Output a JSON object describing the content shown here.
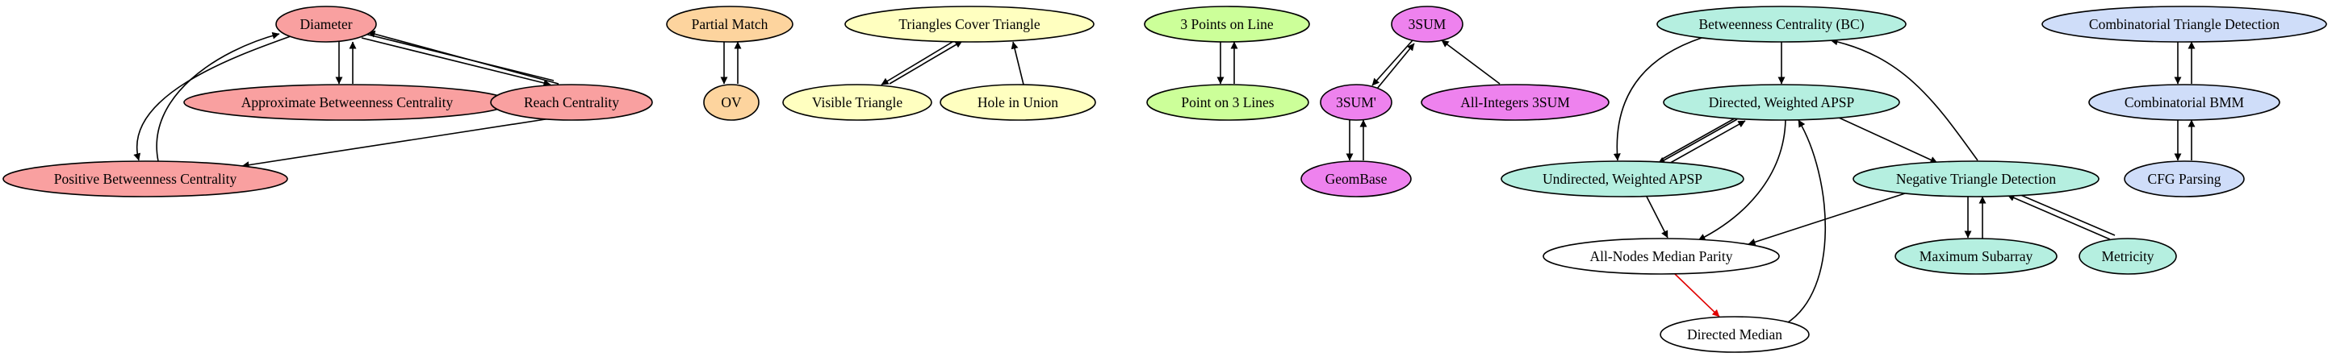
{
  "colors": {
    "red": "#f9a0a0",
    "orange": "#fdd49e",
    "yellow": "#ffffc0",
    "green": "#ccff99",
    "magenta": "#ee82ee",
    "teal": "#b5efe0",
    "blue": "#cfddf9",
    "white": "#ffffff",
    "edge": "#000000",
    "edge_highlight": "#e00000"
  },
  "nodes": [
    {
      "id": "diameter",
      "label": "Diameter",
      "color": "red"
    },
    {
      "id": "approx_bc",
      "label": "Approximate Betweenness Centrality",
      "color": "red"
    },
    {
      "id": "reach",
      "label": "Reach Centrality",
      "color": "red"
    },
    {
      "id": "pos_bc",
      "label": "Positive Betweenness Centrality",
      "color": "red"
    },
    {
      "id": "partial_match",
      "label": "Partial Match",
      "color": "orange"
    },
    {
      "id": "ov",
      "label": "OV",
      "color": "orange"
    },
    {
      "id": "tri_cover",
      "label": "Triangles Cover Triangle",
      "color": "yellow"
    },
    {
      "id": "visible_tri",
      "label": "Visible Triangle",
      "color": "yellow"
    },
    {
      "id": "hole_union",
      "label": "Hole in Union",
      "color": "yellow"
    },
    {
      "id": "pts3_line",
      "label": "3 Points on Line",
      "color": "green"
    },
    {
      "id": "pt_3lines",
      "label": "Point on 3 Lines",
      "color": "green"
    },
    {
      "id": "sum3",
      "label": "3SUM",
      "color": "magenta"
    },
    {
      "id": "sum3p",
      "label": "3SUM'",
      "color": "magenta"
    },
    {
      "id": "allint3sum",
      "label": "All-Integers 3SUM",
      "color": "magenta"
    },
    {
      "id": "geombase",
      "label": "GeomBase",
      "color": "magenta"
    },
    {
      "id": "bc",
      "label": "Betweenness Centrality (BC)",
      "color": "teal"
    },
    {
      "id": "dir_apsp",
      "label": "Directed, Weighted APSP",
      "color": "teal"
    },
    {
      "id": "undir_apsp",
      "label": "Undirected, Weighted APSP",
      "color": "teal"
    },
    {
      "id": "neg_tri",
      "label": "Negative Triangle Detection",
      "color": "teal"
    },
    {
      "id": "max_subarray",
      "label": "Maximum Subarray",
      "color": "teal"
    },
    {
      "id": "metricity",
      "label": "Metricity",
      "color": "teal"
    },
    {
      "id": "median_parity",
      "label": "All-Nodes Median Parity",
      "color": "white"
    },
    {
      "id": "dir_median",
      "label": "Directed Median",
      "color": "white"
    },
    {
      "id": "comb_tri",
      "label": "Combinatorial Triangle Detection",
      "color": "blue"
    },
    {
      "id": "comb_bmm",
      "label": "Combinatorial BMM",
      "color": "blue"
    },
    {
      "id": "cfg",
      "label": "CFG Parsing",
      "color": "blue"
    }
  ],
  "edges": [
    {
      "from": "diameter",
      "to": "approx_bc"
    },
    {
      "from": "approx_bc",
      "to": "diameter"
    },
    {
      "from": "diameter",
      "to": "reach"
    },
    {
      "from": "reach",
      "to": "diameter"
    },
    {
      "from": "diameter",
      "to": "pos_bc"
    },
    {
      "from": "pos_bc",
      "to": "diameter"
    },
    {
      "from": "reach",
      "to": "pos_bc"
    },
    {
      "from": "partial_match",
      "to": "ov"
    },
    {
      "from": "ov",
      "to": "partial_match"
    },
    {
      "from": "tri_cover",
      "to": "visible_tri"
    },
    {
      "from": "visible_tri",
      "to": "tri_cover"
    },
    {
      "from": "hole_union",
      "to": "tri_cover"
    },
    {
      "from": "pts3_line",
      "to": "pt_3lines"
    },
    {
      "from": "pt_3lines",
      "to": "pts3_line"
    },
    {
      "from": "sum3",
      "to": "sum3p"
    },
    {
      "from": "sum3p",
      "to": "sum3"
    },
    {
      "from": "allint3sum",
      "to": "sum3"
    },
    {
      "from": "sum3p",
      "to": "geombase"
    },
    {
      "from": "geombase",
      "to": "sum3p"
    },
    {
      "from": "bc",
      "to": "dir_apsp"
    },
    {
      "from": "bc",
      "to": "undir_apsp"
    },
    {
      "from": "neg_tri",
      "to": "bc"
    },
    {
      "from": "dir_apsp",
      "to": "undir_apsp"
    },
    {
      "from": "undir_apsp",
      "to": "dir_apsp"
    },
    {
      "from": "dir_apsp",
      "to": "neg_tri"
    },
    {
      "from": "dir_apsp",
      "to": "median_parity"
    },
    {
      "from": "undir_apsp",
      "to": "median_parity"
    },
    {
      "from": "neg_tri",
      "to": "median_parity"
    },
    {
      "from": "neg_tri",
      "to": "max_subarray"
    },
    {
      "from": "max_subarray",
      "to": "neg_tri"
    },
    {
      "from": "metricity",
      "to": "neg_tri"
    },
    {
      "from": "median_parity",
      "to": "dir_median",
      "highlight": true
    },
    {
      "from": "dir_median",
      "to": "dir_apsp"
    },
    {
      "from": "comb_tri",
      "to": "comb_bmm"
    },
    {
      "from": "comb_bmm",
      "to": "comb_tri"
    },
    {
      "from": "comb_bmm",
      "to": "cfg"
    },
    {
      "from": "cfg",
      "to": "comb_bmm"
    }
  ]
}
